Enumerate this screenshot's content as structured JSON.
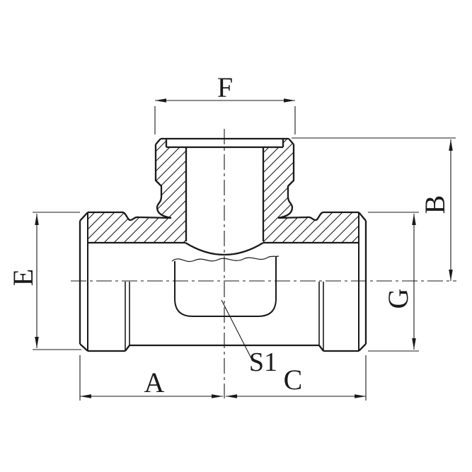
{
  "drawing": {
    "type": "technical-drawing",
    "subject": "tee-pipe-fitting-cross-section",
    "labels": {
      "f": "F",
      "b": "B",
      "e": "E",
      "g": "G",
      "a": "A",
      "c": "C",
      "s1": "S1"
    },
    "colors": {
      "line": "#1a1a1a",
      "background": "#ffffff"
    }
  }
}
